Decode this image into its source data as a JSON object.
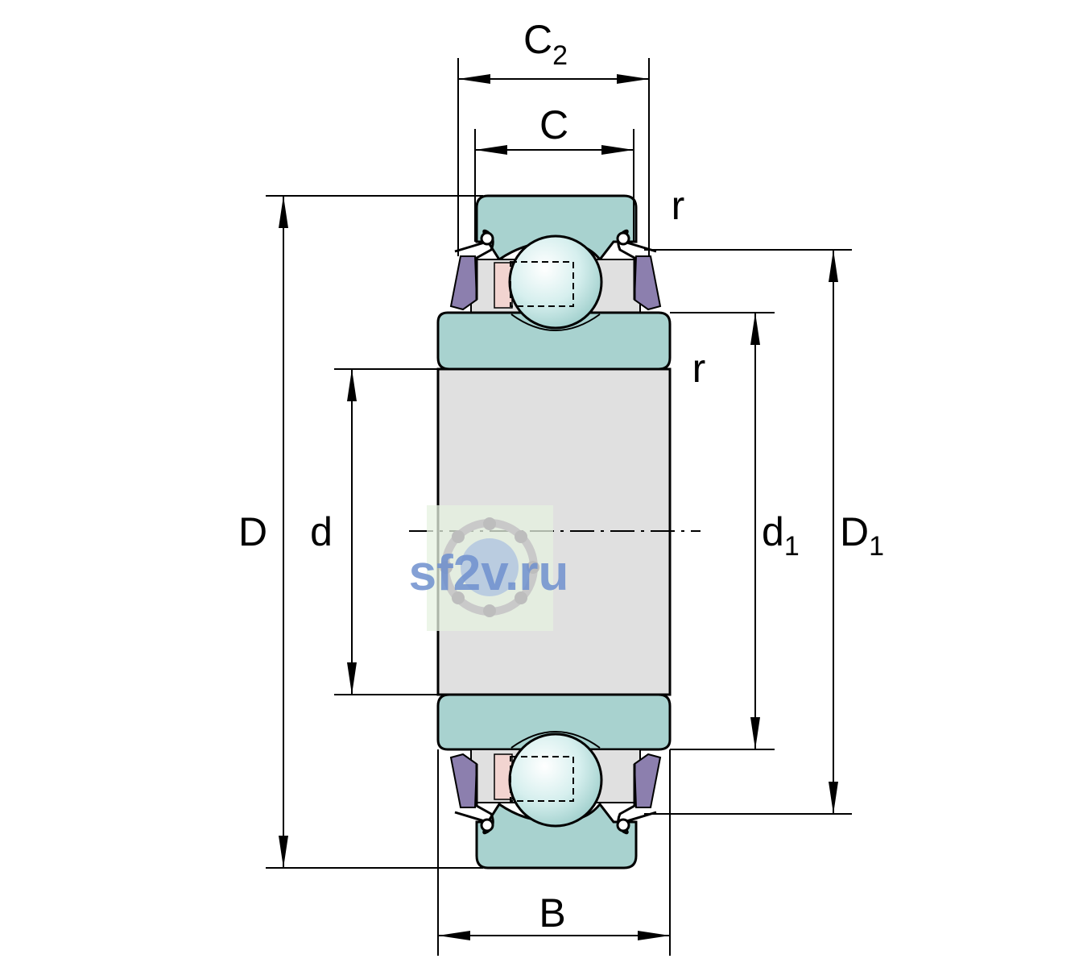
{
  "labels": {
    "C2": {
      "main": "C",
      "sub": "2"
    },
    "C": "C",
    "r_top": "r",
    "r_mid": "r",
    "D": "D",
    "d": "d",
    "d1": {
      "main": "d",
      "sub": "1"
    },
    "D1": {
      "main": "D",
      "sub": "1"
    },
    "B": "B"
  },
  "watermark": "sf2v.ru",
  "colors": {
    "ring": "#a8d2cf",
    "bore": "#e0e0e0",
    "ball": "#e3f4f3",
    "seal": "#8c7fae",
    "cage": "#f2d4d0",
    "line": "#000000",
    "watermark": "#6f8fce"
  }
}
